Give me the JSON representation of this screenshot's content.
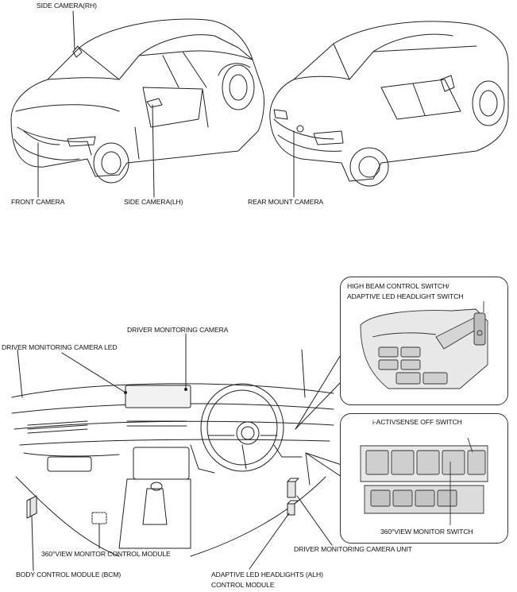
{
  "labels": {
    "side_camera_rh": "SIDE CAMERA(RH)",
    "front_camera": "FRONT CAMERA",
    "side_camera_lh": "SIDE CAMERA(LH)",
    "rear_mount_camera": "REAR MOUNT CAMERA",
    "high_beam_switch_line1": "HIGH BEAM CONTROL SWITCH/",
    "high_beam_switch_line2": "ADAPTIVE LED HEADLIGHT SWITCH",
    "driver_monitoring_camera": "DRIVER MONITORING CAMERA",
    "driver_monitoring_camera_led": "DRIVER MONITORING CAMERA LED",
    "i_activsense_off_switch": "i-ACTIVSENSE OFF SWITCH",
    "view_monitor_switch": "360°VIEW MONITOR SWITCH",
    "view_monitor_control_module": "360°VIEW MONITOR CONTROL MODULE",
    "driver_monitoring_camera_unit": "DRIVER MONITORING CAMERA UNIT",
    "body_control_module": "BODY CONTROL MODULE (BCM)",
    "alh_control_module_line1": "ADAPTIVE LED HEADLIGHTS (ALH)",
    "alh_control_module_line2": "CONTROL MODULE"
  },
  "colors": {
    "line": "#222222",
    "panel_fill": "#e6e6e6",
    "switch_fill": "#cfcfcf"
  }
}
